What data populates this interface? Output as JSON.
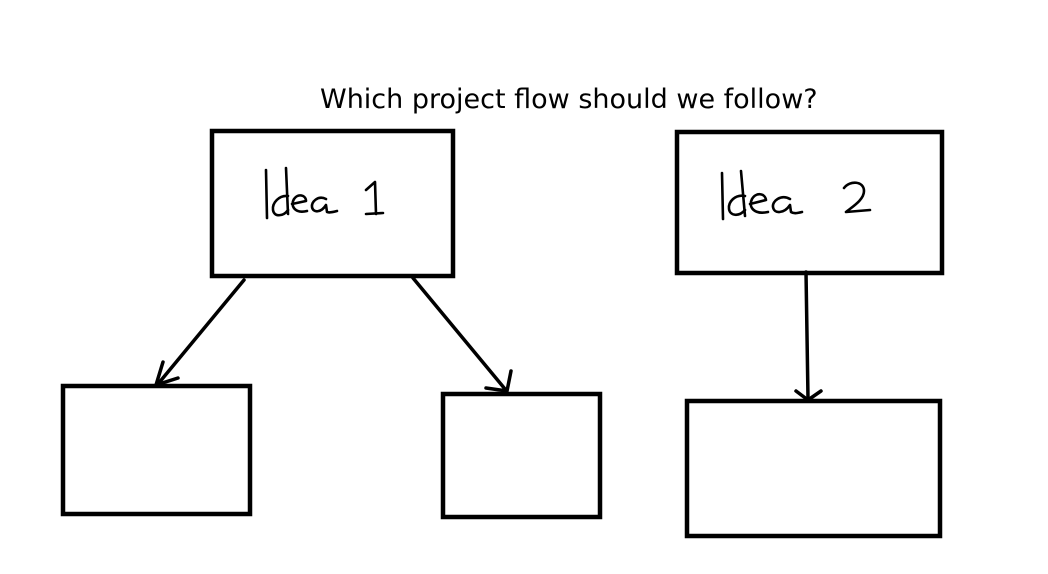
{
  "diagram": {
    "question": "Which project flow should we follow?",
    "nodes": [
      {
        "id": "idea-1",
        "label": "Idea 1"
      },
      {
        "id": "idea-2",
        "label": "Idea 2"
      },
      {
        "id": "idea-1-child-left",
        "label": ""
      },
      {
        "id": "idea-1-child-right",
        "label": ""
      },
      {
        "id": "idea-2-child",
        "label": ""
      }
    ],
    "edges": [
      {
        "from": "idea-1",
        "to": "idea-1-child-left"
      },
      {
        "from": "idea-1",
        "to": "idea-1-child-right"
      },
      {
        "from": "idea-2",
        "to": "idea-2-child"
      }
    ],
    "colors": {
      "stroke": "#000000",
      "background": "#ffffff"
    }
  }
}
